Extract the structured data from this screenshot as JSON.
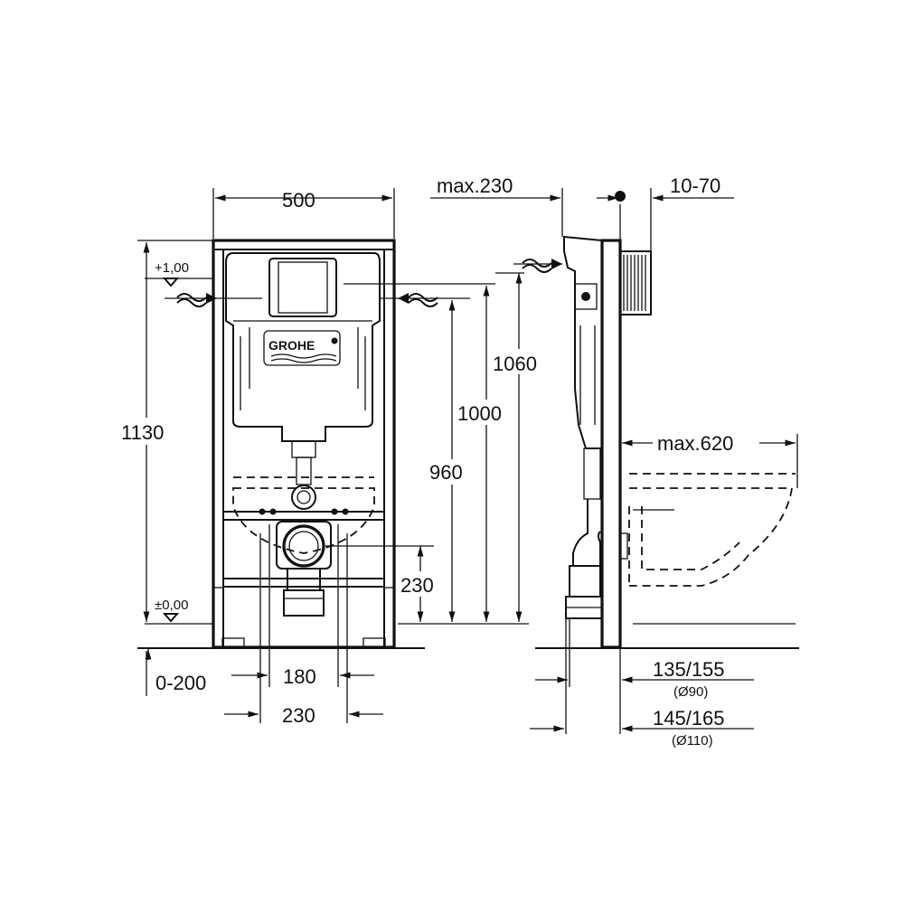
{
  "diagram": {
    "brand_logo": "GROHE",
    "front_view": {
      "width": "500",
      "height": "1130",
      "level_top": "+1,00",
      "level_floor": "±0,00",
      "water_inlet_height": "1060",
      "flush_plate_height": "1000",
      "frame_height": "960",
      "drain_height": "230",
      "foot_adjust": "0-200",
      "inner_width": "180",
      "drain_width": "230"
    },
    "side_view": {
      "max_depth": "max.230",
      "wall_offset": "10-70",
      "max_projection": "max.620",
      "outlet_90": "135/155",
      "outlet_90_diameter": "(Ø90)",
      "outlet_110": "145/165",
      "outlet_110_diameter": "(Ø110)"
    },
    "icons": [
      "water-inlet-icon",
      "level-marker-icon",
      "cistern-icon",
      "wc-bowl-icon"
    ]
  }
}
